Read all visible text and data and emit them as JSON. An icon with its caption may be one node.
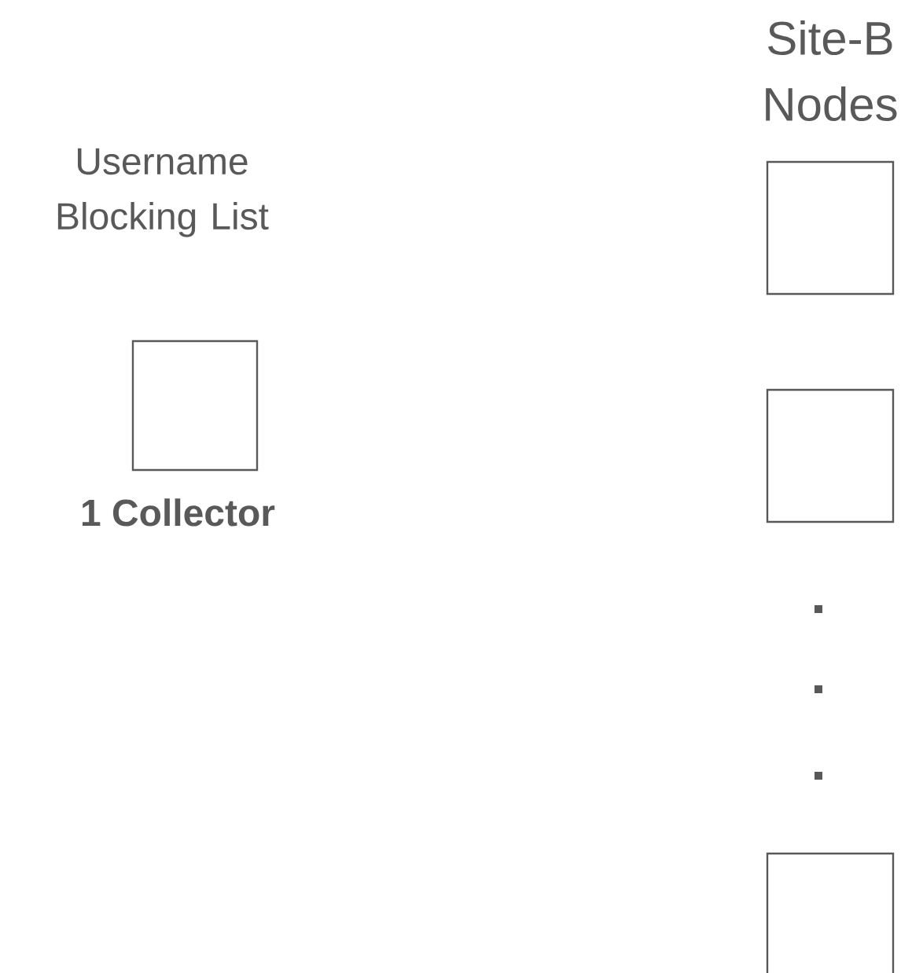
{
  "diagram": {
    "nodes": [
      {
        "text": [
          "Username Blocking List",
          "1 Collector"
        ]
      },
      {
        "text": [],
        "shape": "box"
      },
      {
        "text": [],
        "shape": "box"
      },
      {
        "text": [],
        "shape": "box"
      }
    ],
    "edges": [],
    "labels": [
      "Site-B Nodes"
    ]
  }
}
